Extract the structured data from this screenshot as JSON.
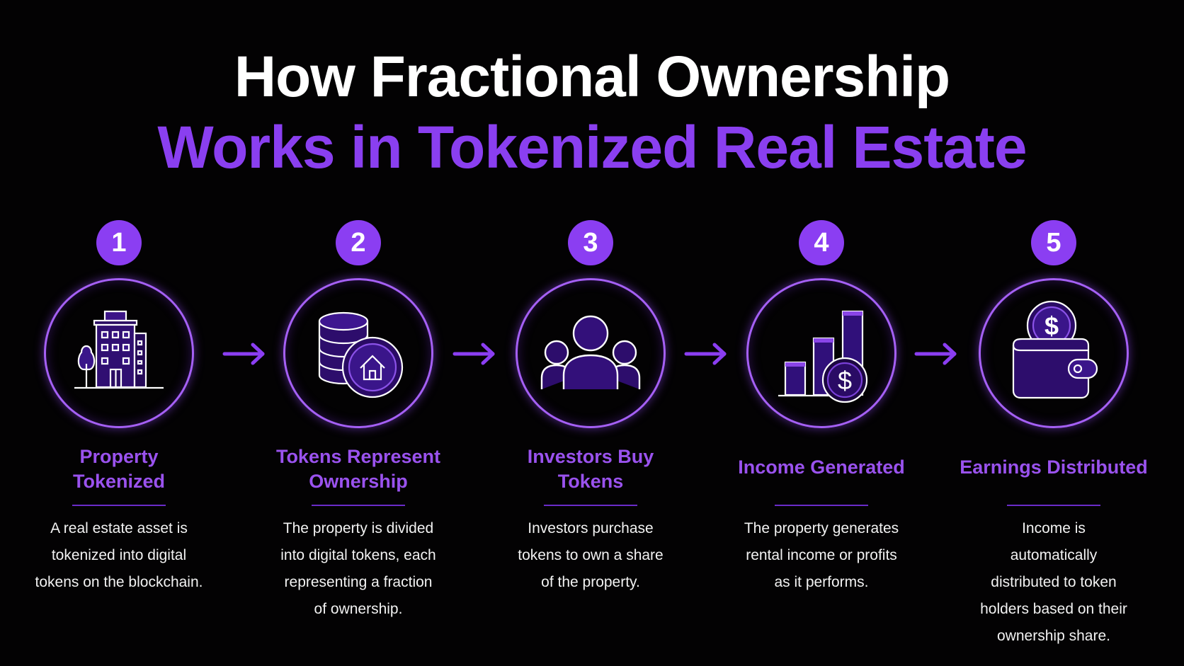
{
  "title": {
    "line1": "How Fractional Ownership",
    "line2": "Works in Tokenized Real Estate"
  },
  "colors": {
    "accent": "#8b3ef2",
    "heading": "#9a52ee",
    "ring": "#a560f5",
    "background": "#030203",
    "text": "#f2f2f2"
  },
  "steps": [
    {
      "number": "1",
      "icon": "building-icon",
      "heading": "Property Tokenized",
      "description": "A real estate asset is tokenized into digital tokens on the blockchain."
    },
    {
      "number": "2",
      "icon": "token-stack-house-icon",
      "heading": "Tokens Represent Ownership",
      "description": "The property is divided into digital tokens, each representing a fraction of ownership."
    },
    {
      "number": "3",
      "icon": "investors-group-icon",
      "heading": "Investors Buy Tokens",
      "description": "Investors purchase tokens to own a share of the property."
    },
    {
      "number": "4",
      "icon": "income-chart-dollar-icon",
      "heading": "Income Generated",
      "description": "The property generates rental income or profits as it performs."
    },
    {
      "number": "5",
      "icon": "wallet-dollar-icon",
      "heading": "Earnings Distributed",
      "description": "Income is automatically distributed to token holders based on their ownership share."
    }
  ]
}
